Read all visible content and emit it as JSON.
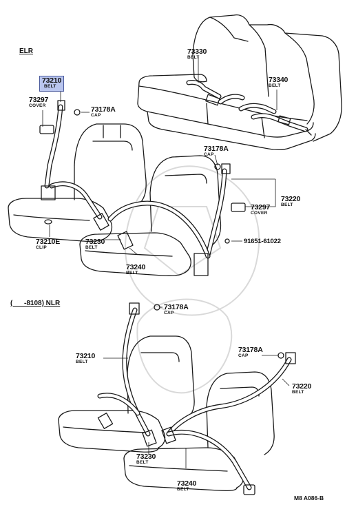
{
  "headers": {
    "elr": "ELR",
    "nlr": "(      -8108) NLR"
  },
  "parts": {
    "p73330": {
      "number": "73330",
      "desc": "BELT"
    },
    "p73340": {
      "number": "73340",
      "desc": "BELT"
    },
    "p73210_top": {
      "number": "73210",
      "desc": "BELT"
    },
    "p73297_left": {
      "number": "73297",
      "desc": "COVER"
    },
    "p73178a_top": {
      "number": "73178A",
      "desc": "CAP"
    },
    "p73178a_mid": {
      "number": "73178A",
      "desc": "CAP"
    },
    "p73220_top": {
      "number": "73220",
      "desc": "BELT"
    },
    "p73297_right": {
      "number": "73297",
      "desc": "COVER"
    },
    "p91651": {
      "number": "91651-61022"
    },
    "p73210e": {
      "number": "73210E",
      "desc": "CLIP"
    },
    "p73230_top": {
      "number": "73230",
      "desc": "BELT"
    },
    "p73240_top": {
      "number": "73240",
      "desc": "BELT"
    },
    "p73178a_nlr1": {
      "number": "73178A",
      "desc": "CAP"
    },
    "p73210_nlr": {
      "number": "73210",
      "desc": "BELT"
    },
    "p73178a_nlr2": {
      "number": "73178A",
      "desc": "CAP"
    },
    "p73220_nlr": {
      "number": "73220",
      "desc": "BELT"
    },
    "p73230_nlr": {
      "number": "73230",
      "desc": "BELT"
    },
    "p73240_nlr": {
      "number": "73240",
      "desc": "BELT"
    }
  },
  "diagram_code": "M8 A086-B",
  "highlight_color": "#b9c5ee"
}
